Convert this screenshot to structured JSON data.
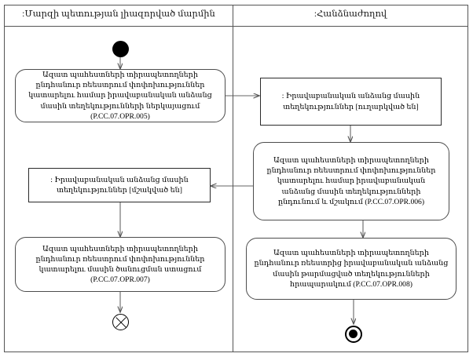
{
  "diagram": {
    "type": "uml-activity-diagram",
    "lanes": [
      {
        "id": "lane-left",
        "title": ":Մարզի պետության լիազորված մարմին"
      },
      {
        "id": "lane-right",
        "title": ":Հանձնաժողով"
      }
    ],
    "nodes": {
      "start": {
        "kind": "initial-node",
        "lane": "lane-left"
      },
      "action_opr005": {
        "kind": "action",
        "lane": "lane-left",
        "text": "Ազատ պահեստների տիրապետողների ընդհանուր ռեեստրում փոփոխություններ կատարելու համար իրավաբանական անձանց մասին տեղեկությունների ներկայացում (P.CC.07.OPR.005)",
        "code": "P.CC.07.OPR.005"
      },
      "object_sent": {
        "kind": "object-node",
        "lane": "lane-right",
        "text": ": Իրավաբանական անձանց մասին տեղեկություններ [ուղարկված են]",
        "state": "ուղարկված են"
      },
      "action_opr006": {
        "kind": "action",
        "lane": "lane-right",
        "text": "Ազատ պահեստների տիրապետողների ընդհանուր ռեեստրում փոփոխություններ կատարելու համար իրավաբանական անձանց մասին տեղեկությունների ընդունում և մշակում (P.CC.07.OPR.006)",
        "code": "P.CC.07.OPR.006"
      },
      "object_processed": {
        "kind": "object-node",
        "lane": "lane-left",
        "text": ": Իրավաբանական անձանց մասին տեղեկություններ [մշակված են]",
        "state": "մշակված են"
      },
      "action_opr007": {
        "kind": "action",
        "lane": "lane-left",
        "text": "Ազատ պահեստների տիրապետողների ընդհանուր ռեեստրում փոփոխություններ կատարելու մասին ծանուցման ստացում (P.CC.07.OPR.007)",
        "code": "P.CC.07.OPR.007"
      },
      "action_opr008": {
        "kind": "action",
        "lane": "lane-right",
        "text": "Ազատ պահեստների տիրապետողների ընդհանուր ռեեստրից իրավաբանական անձանց մասին թարմացված տեղեկությունների հրապարակում (P.CC.07.OPR.008)",
        "code": "P.CC.07.OPR.008"
      },
      "flow_final": {
        "kind": "flow-final-node",
        "lane": "lane-left"
      },
      "activity_final": {
        "kind": "activity-final-node",
        "lane": "lane-right"
      }
    },
    "edges": [
      {
        "from": "start",
        "to": "action_opr005"
      },
      {
        "from": "action_opr005",
        "to": "object_sent"
      },
      {
        "from": "object_sent",
        "to": "action_opr006"
      },
      {
        "from": "action_opr006",
        "to": "object_processed"
      },
      {
        "from": "action_opr006",
        "to": "action_opr008"
      },
      {
        "from": "object_processed",
        "to": "action_opr007"
      },
      {
        "from": "action_opr007",
        "to": "flow_final"
      },
      {
        "from": "action_opr008",
        "to": "activity_final"
      }
    ],
    "colors": {
      "stroke": "#555555",
      "node_stroke": "#4d4d4d",
      "object_stroke": "#2a2a2a",
      "edge": "#666666",
      "fill": "#ffffff",
      "text": "#000000"
    }
  }
}
